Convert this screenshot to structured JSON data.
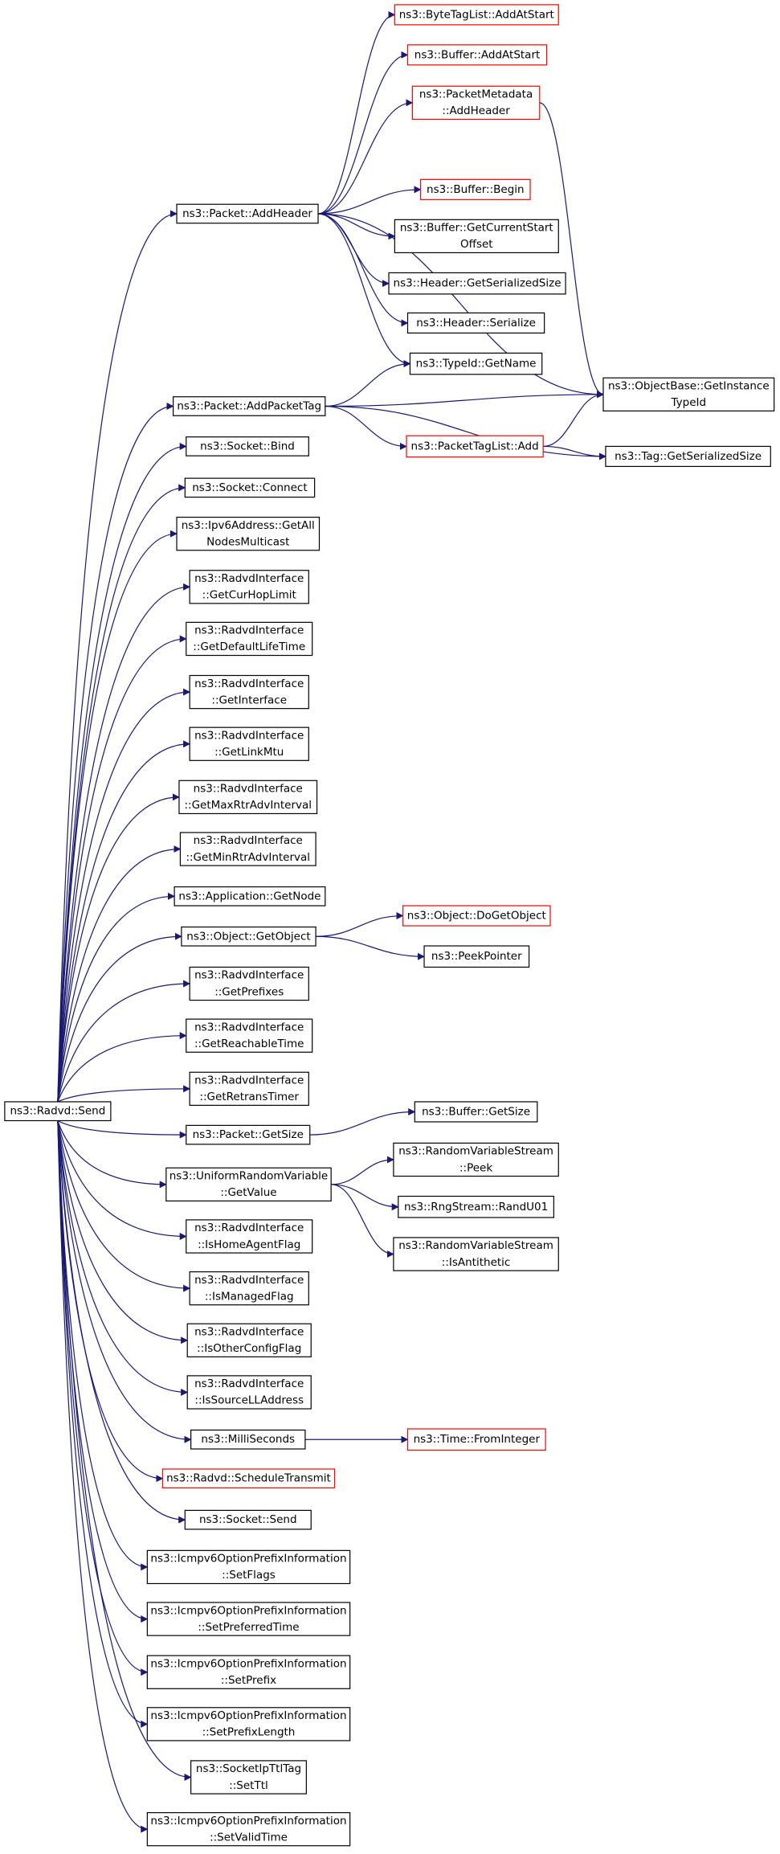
{
  "colors": {
    "edge": "#191970",
    "border_normal": "#000000",
    "border_red": "#ff0000",
    "fill_root": "#bfbfbf",
    "fill_normal": "#ffffff"
  },
  "nodes": [
    {
      "id": "send",
      "lines": [
        "ns3::Radvd::Send"
      ],
      "style": "root"
    },
    {
      "id": "addheader",
      "lines": [
        "ns3::Packet::AddHeader"
      ],
      "style": "normal"
    },
    {
      "id": "addpackettag",
      "lines": [
        "ns3::Packet::AddPacketTag"
      ],
      "style": "normal"
    },
    {
      "id": "socketbind",
      "lines": [
        "ns3::Socket::Bind"
      ],
      "style": "normal"
    },
    {
      "id": "socketconnect",
      "lines": [
        "ns3::Socket::Connect"
      ],
      "style": "normal"
    },
    {
      "id": "getallnodes",
      "lines": [
        "ns3::Ipv6Address::GetAll",
        "NodesMulticast"
      ],
      "style": "normal"
    },
    {
      "id": "getcurhop",
      "lines": [
        "ns3::RadvdInterface",
        "::GetCurHopLimit"
      ],
      "style": "normal"
    },
    {
      "id": "getdefaultlife",
      "lines": [
        "ns3::RadvdInterface",
        "::GetDefaultLifeTime"
      ],
      "style": "normal"
    },
    {
      "id": "getinterface",
      "lines": [
        "ns3::RadvdInterface",
        "::GetInterface"
      ],
      "style": "normal"
    },
    {
      "id": "getlinkmtu",
      "lines": [
        "ns3::RadvdInterface",
        "::GetLinkMtu"
      ],
      "style": "normal"
    },
    {
      "id": "getmaxrtr",
      "lines": [
        "ns3::RadvdInterface",
        "::GetMaxRtrAdvInterval"
      ],
      "style": "normal"
    },
    {
      "id": "getminrtr",
      "lines": [
        "ns3::RadvdInterface",
        "::GetMinRtrAdvInterval"
      ],
      "style": "normal"
    },
    {
      "id": "appgetnode",
      "lines": [
        "ns3::Application::GetNode"
      ],
      "style": "normal"
    },
    {
      "id": "objgetobject",
      "lines": [
        "ns3::Object::GetObject"
      ],
      "style": "normal"
    },
    {
      "id": "getprefixes",
      "lines": [
        "ns3::RadvdInterface",
        "::GetPrefixes"
      ],
      "style": "normal"
    },
    {
      "id": "getreachable",
      "lines": [
        "ns3::RadvdInterface",
        "::GetReachableTime"
      ],
      "style": "normal"
    },
    {
      "id": "getretrans",
      "lines": [
        "ns3::RadvdInterface",
        "::GetRetransTimer"
      ],
      "style": "normal"
    },
    {
      "id": "packetgetsize",
      "lines": [
        "ns3::Packet::GetSize"
      ],
      "style": "normal"
    },
    {
      "id": "uniformgetvalue",
      "lines": [
        "ns3::UniformRandomVariable",
        "::GetValue"
      ],
      "style": "normal"
    },
    {
      "id": "ishomeagent",
      "lines": [
        "ns3::RadvdInterface",
        "::IsHomeAgentFlag"
      ],
      "style": "normal"
    },
    {
      "id": "ismanaged",
      "lines": [
        "ns3::RadvdInterface",
        "::IsManagedFlag"
      ],
      "style": "normal"
    },
    {
      "id": "isotherconfig",
      "lines": [
        "ns3::RadvdInterface",
        "::IsOtherConfigFlag"
      ],
      "style": "normal"
    },
    {
      "id": "issourcell",
      "lines": [
        "ns3::RadvdInterface",
        "::IsSourceLLAddress"
      ],
      "style": "normal"
    },
    {
      "id": "milliseconds",
      "lines": [
        "ns3::MilliSeconds"
      ],
      "style": "normal"
    },
    {
      "id": "scheduletransmit",
      "lines": [
        "ns3::Radvd::ScheduleTransmit"
      ],
      "style": "red"
    },
    {
      "id": "socketsend",
      "lines": [
        "ns3::Socket::Send"
      ],
      "style": "normal"
    },
    {
      "id": "setflags",
      "lines": [
        "ns3::Icmpv6OptionPrefixInformation",
        "::SetFlags"
      ],
      "style": "normal"
    },
    {
      "id": "setpreferred",
      "lines": [
        "ns3::Icmpv6OptionPrefixInformation",
        "::SetPreferredTime"
      ],
      "style": "normal"
    },
    {
      "id": "setprefix",
      "lines": [
        "ns3::Icmpv6OptionPrefixInformation",
        "::SetPrefix"
      ],
      "style": "normal"
    },
    {
      "id": "setprefixlength",
      "lines": [
        "ns3::Icmpv6OptionPrefixInformation",
        "::SetPrefixLength"
      ],
      "style": "normal"
    },
    {
      "id": "setttl",
      "lines": [
        "ns3::SocketIpTtlTag",
        "::SetTtl"
      ],
      "style": "normal"
    },
    {
      "id": "setvalidtime",
      "lines": [
        "ns3::Icmpv6OptionPrefixInformation",
        "::SetValidTime"
      ],
      "style": "normal"
    },
    {
      "id": "bytetagaddatstart",
      "lines": [
        "ns3::ByteTagList::AddAtStart"
      ],
      "style": "red"
    },
    {
      "id": "bufferaddatstart",
      "lines": [
        "ns3::Buffer::AddAtStart"
      ],
      "style": "red"
    },
    {
      "id": "metadataaddheader",
      "lines": [
        "ns3::PacketMetadata",
        "::AddHeader"
      ],
      "style": "red"
    },
    {
      "id": "bufferbegin",
      "lines": [
        "ns3::Buffer::Begin"
      ],
      "style": "red"
    },
    {
      "id": "buffergetcurrent",
      "lines": [
        "ns3::Buffer::GetCurrentStart",
        "Offset"
      ],
      "style": "normal"
    },
    {
      "id": "headergetsersize",
      "lines": [
        "ns3::Header::GetSerializedSize"
      ],
      "style": "normal"
    },
    {
      "id": "headerserialize",
      "lines": [
        "ns3::Header::Serialize"
      ],
      "style": "normal"
    },
    {
      "id": "typeidgetname",
      "lines": [
        "ns3::TypeId::GetName"
      ],
      "style": "normal"
    },
    {
      "id": "objectbasegetinstance",
      "lines": [
        "ns3::ObjectBase::GetInstance",
        "TypeId"
      ],
      "style": "normal"
    },
    {
      "id": "packettaglistadd",
      "lines": [
        "ns3::PacketTagList::Add"
      ],
      "style": "red"
    },
    {
      "id": "taggetsersize",
      "lines": [
        "ns3::Tag::GetSerializedSize"
      ],
      "style": "normal"
    },
    {
      "id": "objectdogetobject",
      "lines": [
        "ns3::Object::DoGetObject"
      ],
      "style": "red"
    },
    {
      "id": "peekpointer",
      "lines": [
        "ns3::PeekPointer"
      ],
      "style": "normal"
    },
    {
      "id": "buffergetsize",
      "lines": [
        "ns3::Buffer::GetSize"
      ],
      "style": "normal"
    },
    {
      "id": "rvspeek",
      "lines": [
        "ns3::RandomVariableStream",
        "::Peek"
      ],
      "style": "normal"
    },
    {
      "id": "rngrandu01",
      "lines": [
        "ns3::RngStream::RandU01"
      ],
      "style": "normal"
    },
    {
      "id": "rvsisantithetic",
      "lines": [
        "ns3::RandomVariableStream",
        "::IsAntithetic"
      ],
      "style": "normal"
    },
    {
      "id": "timefrominteger",
      "lines": [
        "ns3::Time::FromInteger"
      ],
      "style": "red"
    }
  ],
  "edges": [
    [
      "send",
      "addheader"
    ],
    [
      "send",
      "addpackettag"
    ],
    [
      "send",
      "socketbind"
    ],
    [
      "send",
      "socketconnect"
    ],
    [
      "send",
      "getallnodes"
    ],
    [
      "send",
      "getcurhop"
    ],
    [
      "send",
      "getdefaultlife"
    ],
    [
      "send",
      "getinterface"
    ],
    [
      "send",
      "getlinkmtu"
    ],
    [
      "send",
      "getmaxrtr"
    ],
    [
      "send",
      "getminrtr"
    ],
    [
      "send",
      "appgetnode"
    ],
    [
      "send",
      "objgetobject"
    ],
    [
      "send",
      "getprefixes"
    ],
    [
      "send",
      "getreachable"
    ],
    [
      "send",
      "getretrans"
    ],
    [
      "send",
      "packetgetsize"
    ],
    [
      "send",
      "uniformgetvalue"
    ],
    [
      "send",
      "ishomeagent"
    ],
    [
      "send",
      "ismanaged"
    ],
    [
      "send",
      "isotherconfig"
    ],
    [
      "send",
      "issourcell"
    ],
    [
      "send",
      "milliseconds"
    ],
    [
      "send",
      "scheduletransmit"
    ],
    [
      "send",
      "socketsend"
    ],
    [
      "send",
      "setflags"
    ],
    [
      "send",
      "setpreferred"
    ],
    [
      "send",
      "setprefix"
    ],
    [
      "send",
      "setprefixlength"
    ],
    [
      "send",
      "setttl"
    ],
    [
      "send",
      "setvalidtime"
    ],
    [
      "addheader",
      "bytetagaddatstart"
    ],
    [
      "addheader",
      "bufferaddatstart"
    ],
    [
      "addheader",
      "metadataaddheader"
    ],
    [
      "addheader",
      "objectbasegetinstance"
    ],
    [
      "addheader",
      "bufferbegin"
    ],
    [
      "addheader",
      "buffergetcurrent"
    ],
    [
      "addheader",
      "headergetsersize"
    ],
    [
      "addheader",
      "headerserialize"
    ],
    [
      "addheader",
      "typeidgetname"
    ],
    [
      "metadataaddheader",
      "objectbasegetinstance"
    ],
    [
      "addpackettag",
      "typeidgetname"
    ],
    [
      "addpackettag",
      "objectbasegetinstance"
    ],
    [
      "addpackettag",
      "packettaglistadd"
    ],
    [
      "addpackettag",
      "taggetsersize"
    ],
    [
      "packettaglistadd",
      "objectbasegetinstance"
    ],
    [
      "packettaglistadd",
      "taggetsersize"
    ],
    [
      "objgetobject",
      "objectdogetobject"
    ],
    [
      "objgetobject",
      "peekpointer"
    ],
    [
      "packetgetsize",
      "buffergetsize"
    ],
    [
      "uniformgetvalue",
      "rvspeek"
    ],
    [
      "uniformgetvalue",
      "rngrandu01"
    ],
    [
      "uniformgetvalue",
      "rvsisantithetic"
    ],
    [
      "milliseconds",
      "timefrominteger"
    ]
  ]
}
